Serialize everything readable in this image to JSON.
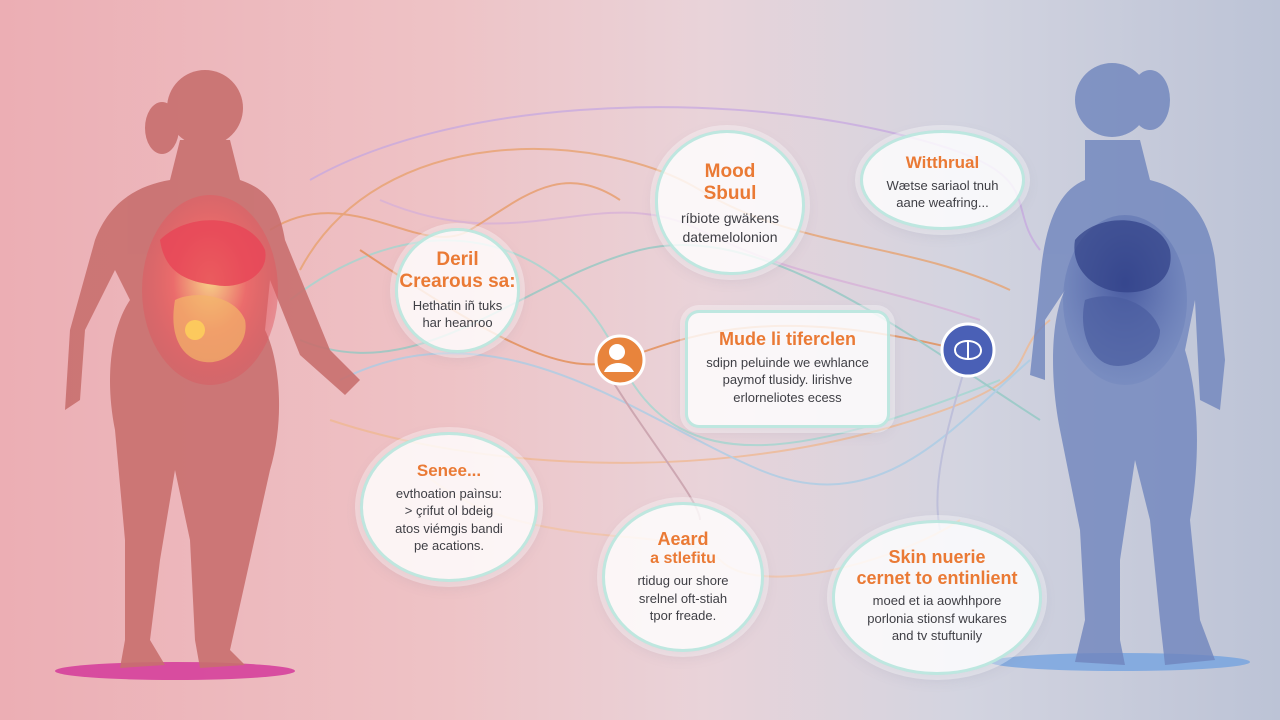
{
  "colors": {
    "background_left": "#ecaeb4",
    "background_right": "#bcc3d6",
    "figure_left": "#c86f6e",
    "figure_right": "#6f85bd",
    "title_orange": "#ea7a35",
    "title_blue": "#4b5fa8",
    "bubble_border": "#aae1d7",
    "node_orange": "#e8843c",
    "node_blue": "#4a60b6",
    "base_left": "#d4399a",
    "base_right": "#6fa0e0"
  },
  "icons": {
    "left_figure": "woman-silhouette-organs-icon",
    "right_figure": "woman-silhouette-blue-icon",
    "orange_node": "person-head-circle-icon",
    "blue_node": "brain-circle-icon"
  },
  "bubbles": {
    "mood": {
      "title1": "Mood",
      "title2": "Sbuul",
      "line1": "ríbiote gwäkens",
      "line2": "datemelolonion"
    },
    "withdrawal": {
      "title1": "Witthrual",
      "line1": "Wætse sariaol tnuh",
      "line2": "aane weafring..."
    },
    "deril": {
      "title1": "Deril",
      "title2": "Crearous sa:",
      "line1": "Hethatin iñ tuks",
      "line2": "har heanroo"
    },
    "mude": {
      "title1": "Mude li tiferclen",
      "line1": "sdipn peluinde we ewhlance",
      "line2": "paymof tlusidy. lirishve",
      "line3": "erlorneliotes ecess"
    },
    "senee": {
      "title1": "Senee...",
      "line1": "evthoation paìnsu:",
      "line2": "> çrifut ol bdeig",
      "line3": "atos viémgis bandi",
      "line4": "pe acations."
    },
    "aeard": {
      "title1": "Aeard",
      "title2": "a stlefitu",
      "line1": "rtidug our shore",
      "line2": "srelnel oft-stiah",
      "line3": "tpor freade."
    },
    "skin": {
      "title1": "Skin nuerie",
      "title2": "cernet to entinlient",
      "line1": "moed et ia aowhhpore",
      "line2": "porlonia stionsf wukares",
      "line3": "and tv stuftunily"
    }
  }
}
